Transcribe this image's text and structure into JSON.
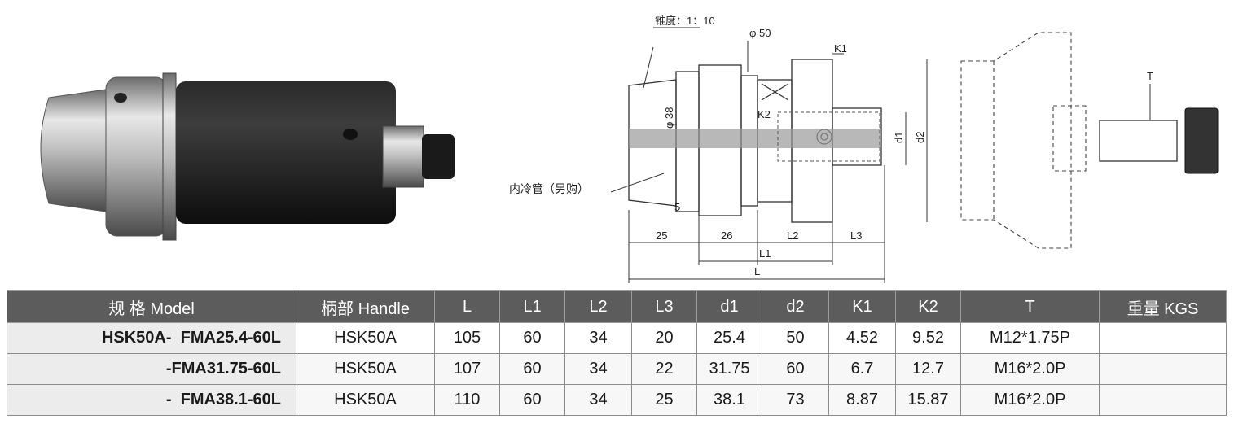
{
  "drawing": {
    "taper_label": "锥度：1：10",
    "phi50": "φ 50",
    "phi38": "φ 38",
    "k1": "K1",
    "k2": "K2",
    "d1": "d1",
    "d2": "d2",
    "coolant_tube": "内冷管（另购）",
    "dim_5": "5",
    "dim_25": "25",
    "dim_26": "26",
    "dim_L2": "L2",
    "dim_L3": "L3",
    "dim_L1": "L1",
    "dim_L": "L"
  },
  "detail": {
    "t_label": "T"
  },
  "table": {
    "headers": [
      "规  格  Model",
      "柄部 Handle",
      "L",
      "L1",
      "L2",
      "L3",
      "d1",
      "d2",
      "K1",
      "K2",
      "T",
      "重量 KGS"
    ],
    "rows": [
      [
        "HSK50A-  FMA25.4-60L",
        "HSK50A",
        "105",
        "60",
        "34",
        "20",
        "25.4",
        "50",
        "4.52",
        "9.52",
        "M12*1.75P",
        ""
      ],
      [
        "-FMA31.75-60L",
        "HSK50A",
        "107",
        "60",
        "34",
        "22",
        "31.75",
        "60",
        "6.7",
        "12.7",
        "M16*2.0P",
        ""
      ],
      [
        "-  FMA38.1-60L",
        "HSK50A",
        "110",
        "60",
        "34",
        "25",
        "38.1",
        "73",
        "8.87",
        "15.87",
        "M16*2.0P",
        ""
      ]
    ]
  }
}
